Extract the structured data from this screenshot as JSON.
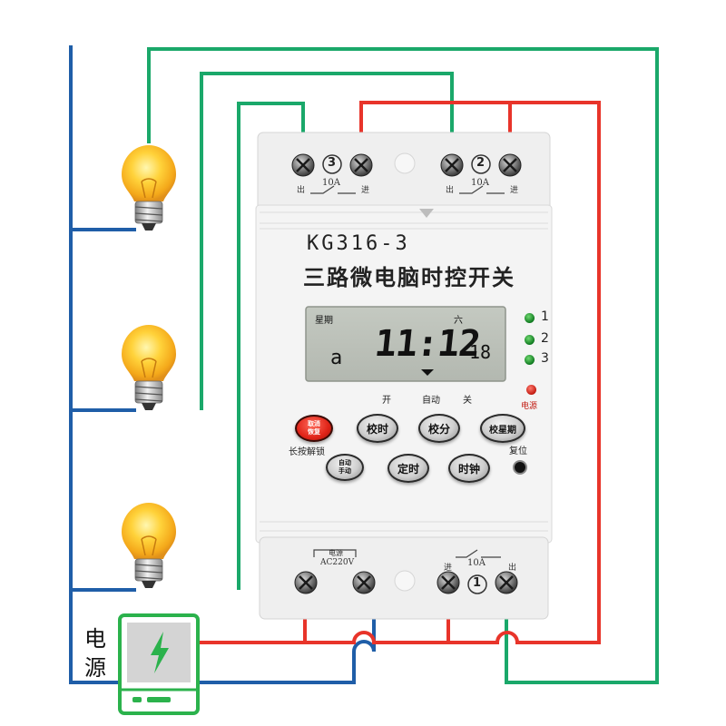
{
  "device": {
    "model": "KG316-3",
    "name": "三路微电脑时控开关",
    "colors": {
      "wire_blue": "#1f5ea8",
      "wire_green": "#1aa86a",
      "wire_red": "#e8342a",
      "power_green": "#2bb24c",
      "housing": "#f2f2f2"
    }
  },
  "lcd": {
    "week_label": "星期",
    "day": "六",
    "left_char": "a",
    "time": "11:12",
    "seconds": "18"
  },
  "mode_labels": {
    "on": "开",
    "auto": "自动",
    "off": "关"
  },
  "buttons": {
    "cancel_line1": "取消",
    "cancel_line2": "恢复",
    "calibrate_time": "校时",
    "calibrate_minute": "校分",
    "calibrate_week": "校星期",
    "auto_manual_line1": "自动",
    "auto_manual_line2": "手动",
    "set_timer": "定时",
    "clock": "时钟",
    "long_press_unlock": "长按解锁",
    "reset": "复位"
  },
  "indicators": {
    "ch1": "1",
    "ch2": "2",
    "ch3": "3",
    "power": "电源"
  },
  "terminals": {
    "ch3_number": "3",
    "ch2_number": "2",
    "ch1_number": "1",
    "out": "出",
    "in": "进",
    "rating": "10A",
    "power_title": "电源",
    "power_voltage": "AC220V"
  },
  "power_source": {
    "label_line1": "电",
    "label_line2": "源",
    "icon": "lightning-bolt-icon"
  },
  "lamps": {
    "count": 3,
    "icon": "light-bulb-icon"
  }
}
